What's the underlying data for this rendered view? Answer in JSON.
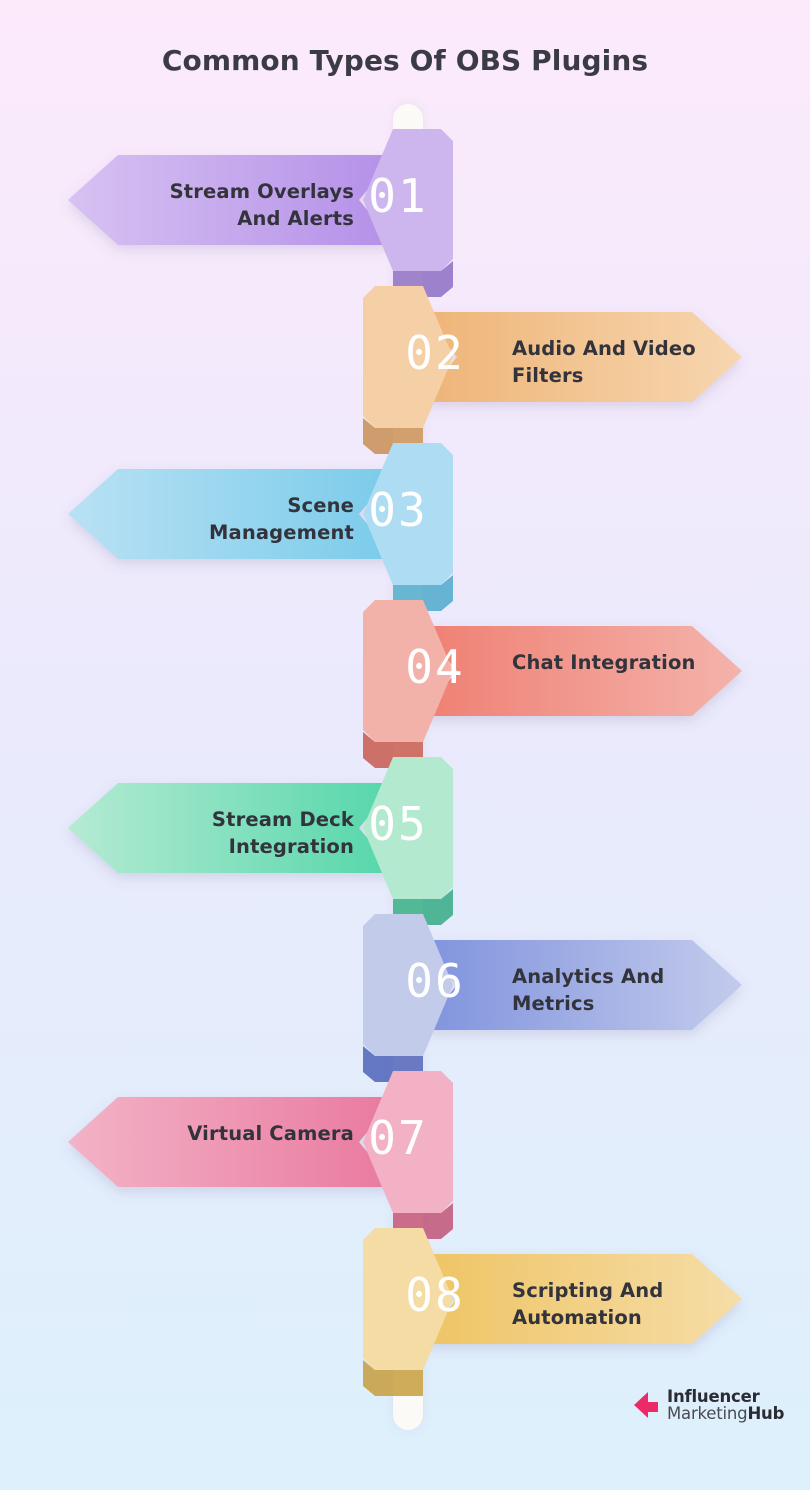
{
  "page": {
    "title": "Common Types Of OBS Plugins",
    "background_top": "#fceafb",
    "background_mid": "#eaeafc",
    "background_bottom": "#ddf0fc",
    "spine_color": "#fbfaf6",
    "text_color": "#33333c"
  },
  "steps": [
    {
      "number": "01",
      "label": "Stream Overlays\nAnd Alerts",
      "side": "left",
      "color_light": "#d7c2f2",
      "color_dark": "#b48fe8",
      "badge_color": "#cdb6ee",
      "shadow_color": "#8e6ec4"
    },
    {
      "number": "02",
      "label": "Audio And Video\nFilters",
      "side": "right",
      "color_light": "#f7d6b0",
      "color_dark": "#eeb476",
      "badge_color": "#f5cfa6",
      "shadow_color": "#c98f53"
    },
    {
      "number": "03",
      "label": "Scene\nManagement",
      "side": "left",
      "color_light": "#b9e1f4",
      "color_dark": "#79cbea",
      "badge_color": "#aedcf2",
      "shadow_color": "#4fa9cc"
    },
    {
      "number": "04",
      "label": "Chat Integration",
      "side": "right",
      "color_light": "#f4b3ab",
      "color_dark": "#ef7f72",
      "badge_color": "#f3b2a9",
      "shadow_color": "#c75b4f"
    },
    {
      "number": "05",
      "label": "Stream Deck\nIntegration",
      "side": "left",
      "color_light": "#b5ebd3",
      "color_dark": "#54d6aa",
      "badge_color": "#b2e9cf",
      "shadow_color": "#35ac85"
    },
    {
      "number": "06",
      "label": "Analytics And\nMetrics",
      "side": "right",
      "color_light": "#c3cbec",
      "color_dark": "#7f92dd",
      "badge_color": "#c2cbea",
      "shadow_color": "#4f63b8"
    },
    {
      "number": "07",
      "label": "Virtual Camera",
      "side": "left",
      "color_light": "#f3b3c7",
      "color_dark": "#e9799f",
      "badge_color": "#f2b1c5",
      "shadow_color": "#c25477"
    },
    {
      "number": "08",
      "label": "Scripting And\nAutomation",
      "side": "right",
      "color_light": "#f6dda8",
      "color_dark": "#eec463",
      "badge_color": "#f5dca5",
      "shadow_color": "#c79d3d"
    }
  ],
  "logo": {
    "line1": "Influencer",
    "line2_regular": "Marketing",
    "line2_bold": "Hub",
    "mark_color": "#ec2a67"
  }
}
